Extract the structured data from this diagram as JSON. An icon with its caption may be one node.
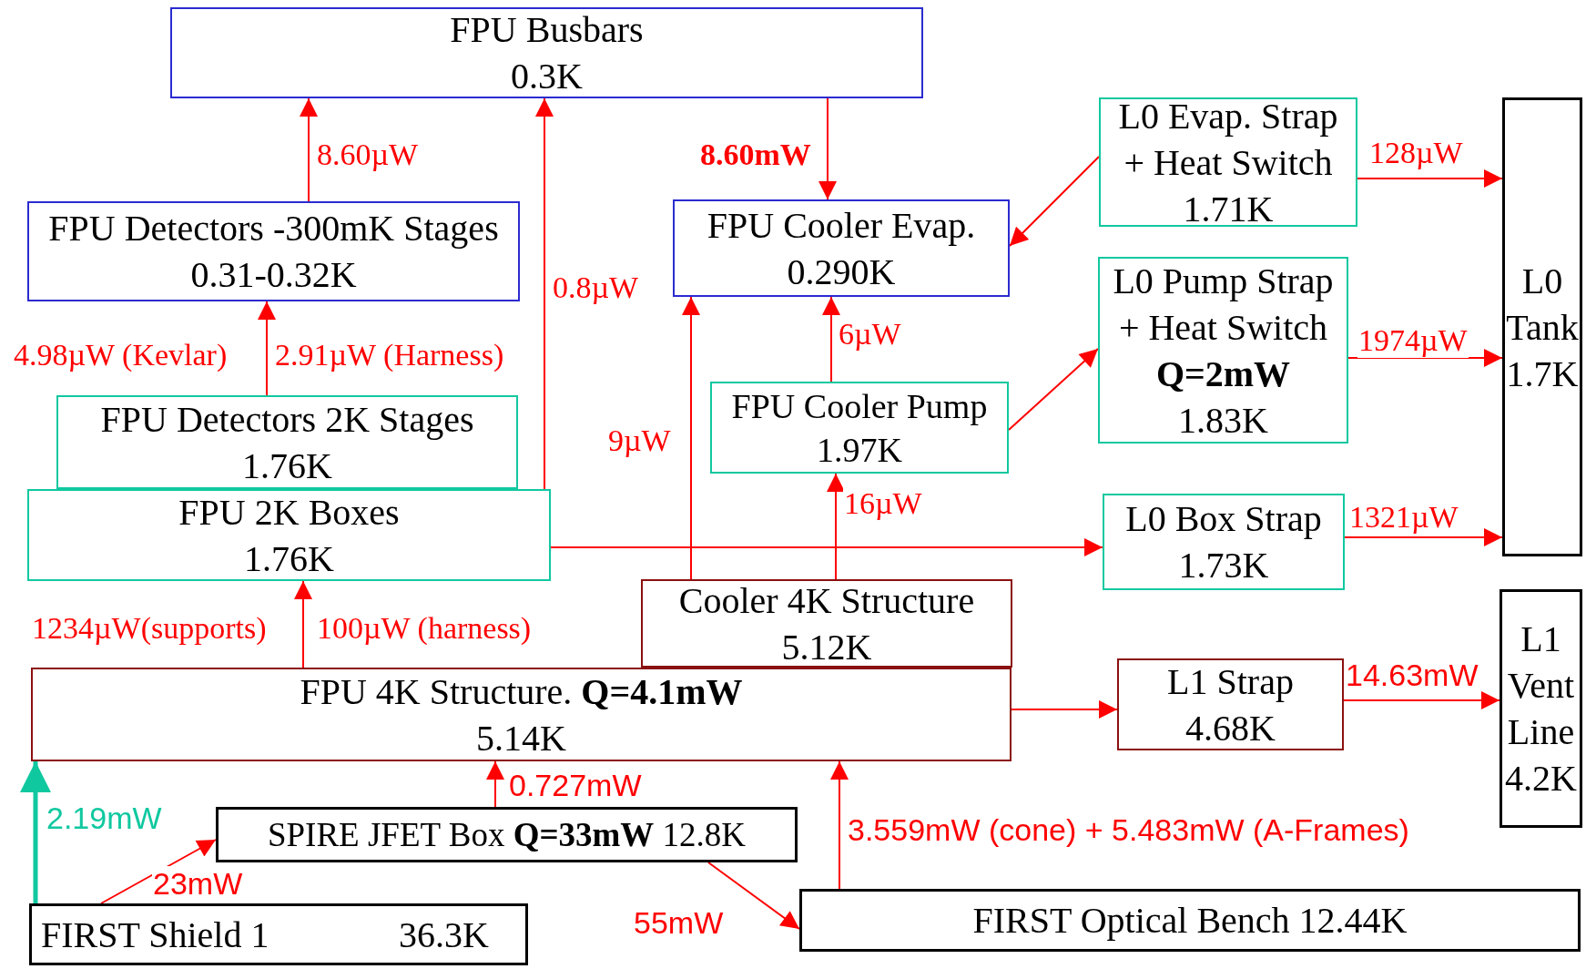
{
  "diagram": {
    "nodes": [
      {
        "text": [
          "FPU Busbars",
          "0.3K"
        ]
      },
      {
        "text": [
          "FPU Detectors -300mK Stages",
          "0.31-0.32K"
        ]
      },
      {
        "text": [
          "FPU Detectors 2K Stages",
          "1.76K"
        ]
      },
      {
        "text": [
          "FPU 2K Boxes",
          "1.76K"
        ]
      },
      {
        "text": [
          "FPU Cooler Evap.",
          "0.290K"
        ]
      },
      {
        "text": [
          "FPU Cooler Pump",
          "1.97K"
        ]
      },
      {
        "text": [
          "L0 Evap. Strap + Heat Switch",
          "1.71K"
        ]
      },
      {
        "text": [
          "L0 Pump Strap + Heat Switch",
          "Q=2mW",
          "1.83K"
        ]
      },
      {
        "text": [
          "L0 Box Strap",
          "1.73K"
        ]
      },
      {
        "text": [
          "L0 Tank",
          "1.7K"
        ]
      },
      {
        "text": [
          "Cooler 4K Structure",
          "5.12K"
        ]
      },
      {
        "text": [
          "FPU 4K Structure. **Q=4.1mW**",
          "5.14K"
        ]
      },
      {
        "text": [
          "L1 Strap",
          "4.68K"
        ]
      },
      {
        "text": [
          "L1 Vent Line",
          "4.2K"
        ]
      },
      {
        "text": [
          "SPIRE JFET Box **Q=33mW** 12.8K"
        ]
      },
      {
        "text": [
          "FIRST Shield 1",
          "36.3K"
        ]
      },
      {
        "text": [
          "FIRST Optical Bench 12.44K"
        ]
      }
    ],
    "edges": [
      {
        "from": 1,
        "to": 0,
        "arrow": "to",
        "label": "8.60µW"
      },
      {
        "from": 3,
        "to": 0,
        "arrow": "to",
        "label": "0.8µW"
      },
      {
        "from": 0,
        "to": 4,
        "arrow": "to",
        "label": "8.60mW"
      },
      {
        "from": 2,
        "to": 1,
        "arrow": "to"
      },
      {
        "from": 10,
        "to": 4,
        "arrow": "to",
        "label": "9µW"
      },
      {
        "from": 5,
        "to": 4,
        "arrow": "to",
        "label": "6µW"
      },
      {
        "from": 10,
        "to": 5,
        "arrow": "to",
        "label": "16µW"
      },
      {
        "from": 6,
        "to": 4,
        "arrow": "to"
      },
      {
        "from": 5,
        "to": 7,
        "arrow": "to"
      },
      {
        "from": 3,
        "to": 8,
        "arrow": "to"
      },
      {
        "from": 6,
        "to": 9,
        "arrow": "to",
        "label": "128µW"
      },
      {
        "from": 7,
        "to": 9,
        "arrow": "to",
        "label": "1974µW"
      },
      {
        "from": 8,
        "to": 9,
        "arrow": "to",
        "label": "1321µW"
      },
      {
        "from": 11,
        "to": 12,
        "arrow": "to"
      },
      {
        "from": 12,
        "to": 13,
        "arrow": "to",
        "label": "14.63mW"
      },
      {
        "from": 11,
        "to": 3,
        "arrow": "to"
      },
      {
        "from": 14,
        "to": 11,
        "arrow": "to",
        "label": "0.727mW"
      },
      {
        "from": 16,
        "to": 11,
        "arrow": "to",
        "label": "3.559mW (cone) + 5.483mW (A-Frames)"
      },
      {
        "from": 15,
        "to": 11,
        "arrow": "to",
        "label": "2.19mW",
        "style": "thick",
        "color": "#10c8a0"
      },
      {
        "from": 15,
        "to": 14,
        "arrow": "to",
        "label": "23mW"
      },
      {
        "from": 14,
        "to": 16,
        "arrow": "to",
        "label": "55mW"
      }
    ],
    "labels": [
      "4.98µW (Kevlar)",
      "2.91µW (Harness)",
      "1234µW(supports)",
      "100µW (harness)"
    ]
  }
}
